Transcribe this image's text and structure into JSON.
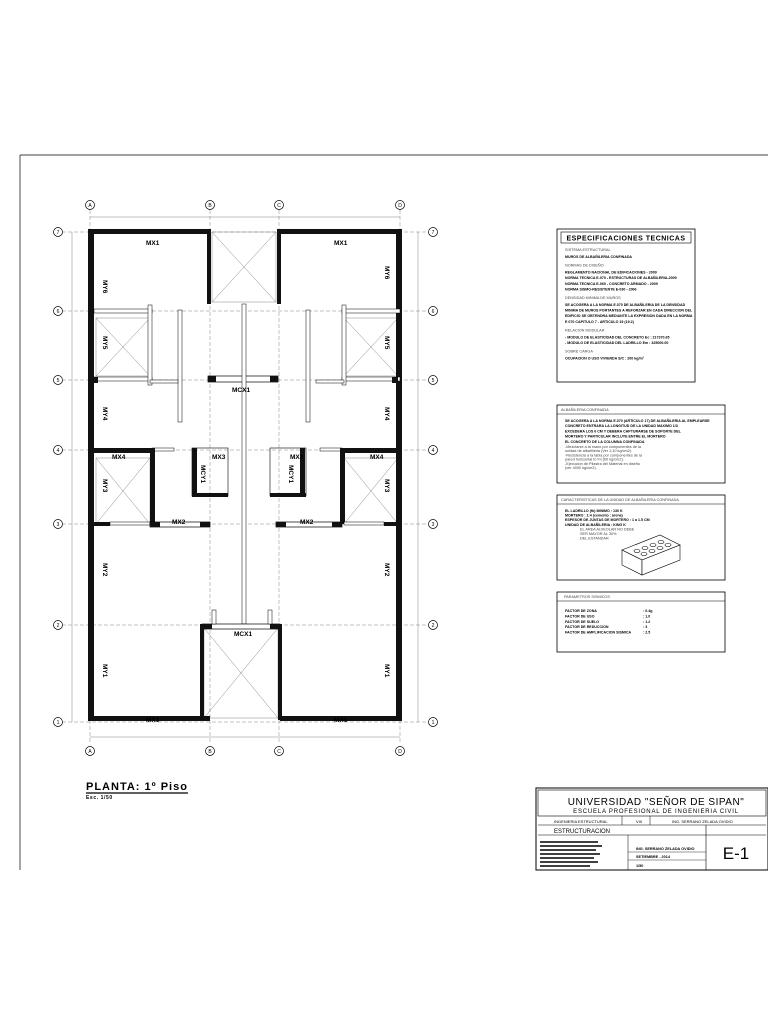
{
  "plan": {
    "title": "PLANTA: 1º Piso",
    "scale": "Esc. 1/50",
    "axes_letters": [
      "A",
      "B",
      "C",
      "D"
    ],
    "axes_numbers": [
      "1",
      "2",
      "3",
      "4",
      "5",
      "6",
      "7"
    ],
    "labels": {
      "mx1_tl": "MX1",
      "mx1_tr": "MX1",
      "mx1_bl": "MX1",
      "mx1_br": "MX1",
      "my6_l": "MY6",
      "my6_r": "MY6",
      "my5_l": "MY5",
      "my5_r": "MY5",
      "my4_l": "MY4",
      "my4_r": "MY4",
      "my3_l": "MY3",
      "my3_r": "MY3",
      "my2_l": "MY2",
      "my2_r": "MY2",
      "my1_l": "MY1",
      "my1_r": "MY1",
      "mx4_l": "MX4",
      "mx4_r": "MX4",
      "mx3_l": "MX3",
      "mx3_r": "MX3",
      "mx2_l": "MX2",
      "mx2_r": "MX2",
      "mcy1_l": "MCY1",
      "mcy1_r": "MCY1",
      "mcx1_top": "MCX1",
      "mcx1_bot": "MCX1"
    }
  },
  "specs": {
    "title": "ESPECIFICACIONES TECNICAS",
    "lines": [
      "SISTEMA ESTRUCTURAL",
      "MUROS DE ALBAÑILERIA CONFINADA",
      "NORMAS DE DISEÑO",
      "REGLAMENTO NACIONAL DE EDIFICACIONES - 2009",
      "NORMA TECNICA E-070 - ESTRUCTURAS DE ALBAÑILERIA-2009",
      "NORMA TECNICA E-060 - CONCRETO ARMADO - 2009",
      "NORMA SISMO-RESISTENTE E-030 - 2006",
      "DENSIDAD MINIMA DE MUROS",
      "SE ACOGERA A LA NORMA E.070 DE ALBAÑILERIA DE LA DENSIDAD",
      "MINIMA DE MUROS PORTANTES A REFORZAR EN CADA DIRECCION DEL",
      "EDIFICIO SE OBTENDRA MEDIANTE LA EXPRESION DADA EN LA NORMA",
      "E 070 CAPITULO 7 - ARTICULO 19 (19.2)",
      "RELACION MODULAR",
      "- MODULO DE ELASTICIDAD DEL CONCRETO Ec : 217370.65",
      "- MODULO DE ELASTICIDAD DEL LADRILLO Em : 325000.00",
      "SOBRE CARGA",
      "OCUPACION O USO VIVIENDA S/C : 200 kg/m²"
    ]
  },
  "alb": {
    "title": "ALBAÑILERIA CONFINADA",
    "lines": [
      "SE ACOGERA A LA NORMA E.070 (ARTICULO 17) DE ALBAÑILERIA AL EMPLEARSE",
      "CONCRETO ENTRARA LA LONGITUD DE LA UNIDAD MAXIMO 1/3",
      "EXCEDERA LOS 6 CM Y DEBERA CAPTURARSE DE SOPORTE DEL",
      "MORTERO Y PARTICULAR INCLUYE ENTRE EL MORTERO",
      "EL CONCRETO DE LA COLUMNA CONFINADA",
      "-Mezclarse a la mano por componentes de la",
      "unidad de albañileria (Ver 1:10 kg/cm2).",
      "-Resistencia a la tabla por componentes de la",
      "pared horizontal fc=m (60 kg/cm2).",
      "-Ejecucion de Pilastra del Material en diseño",
      "(ver 4000 kg/cm2)."
    ]
  },
  "unit": {
    "title": "CARACTERISTICAS DE LA UNIDAD DE ALBAÑILERIA CONFINADA",
    "lines": [
      "EL LADRILLO (fb) MINIMO        : 130 K",
      "MORTERO                        : 1:4 (cemento : arena)",
      "ESPESOR DE JUNTAS DE MORTERO   : 1 a 1.5 CM",
      "UNIDAD DE ALBAÑILERIA          : KING K",
      "EL AREA ALVEOLAR NO DEBE",
      "SER MAYOR AL 30%",
      "DEL ESTANDAR"
    ]
  },
  "seismic": {
    "title": "PARAMETROS SISMICOS",
    "rows": [
      [
        "FACTOR DE ZONA",
        ": 0.4g"
      ],
      [
        "FACTOR DE USO",
        ": 1.0"
      ],
      [
        "FACTOR DE SUELO",
        ": 1.2"
      ],
      [
        "FACTOR DE REDUCCION",
        ": 3"
      ],
      [
        "FACTOR DE AMPLIFICACION SISMICA",
        ": 2.5"
      ]
    ]
  },
  "titleblock": {
    "university": "UNIVERSIDAD \"SEÑOR DE SIPAN\"",
    "school": "ESCUELA PROFESIONAL DE INGENIERIA CIVIL",
    "course_value": "INGENIERIA ESTRUCTURAL",
    "cycle": "VIII",
    "teacher": "ING. SERRANO ZELADA OVIDIO",
    "sheet_title": "ESTRUCTURACION",
    "sheet_code": "E-1",
    "author_name": "ING. SERRANO ZELADA OVIDIO",
    "date": "SETIEMBRE - 2014",
    "scale": "1/50"
  }
}
